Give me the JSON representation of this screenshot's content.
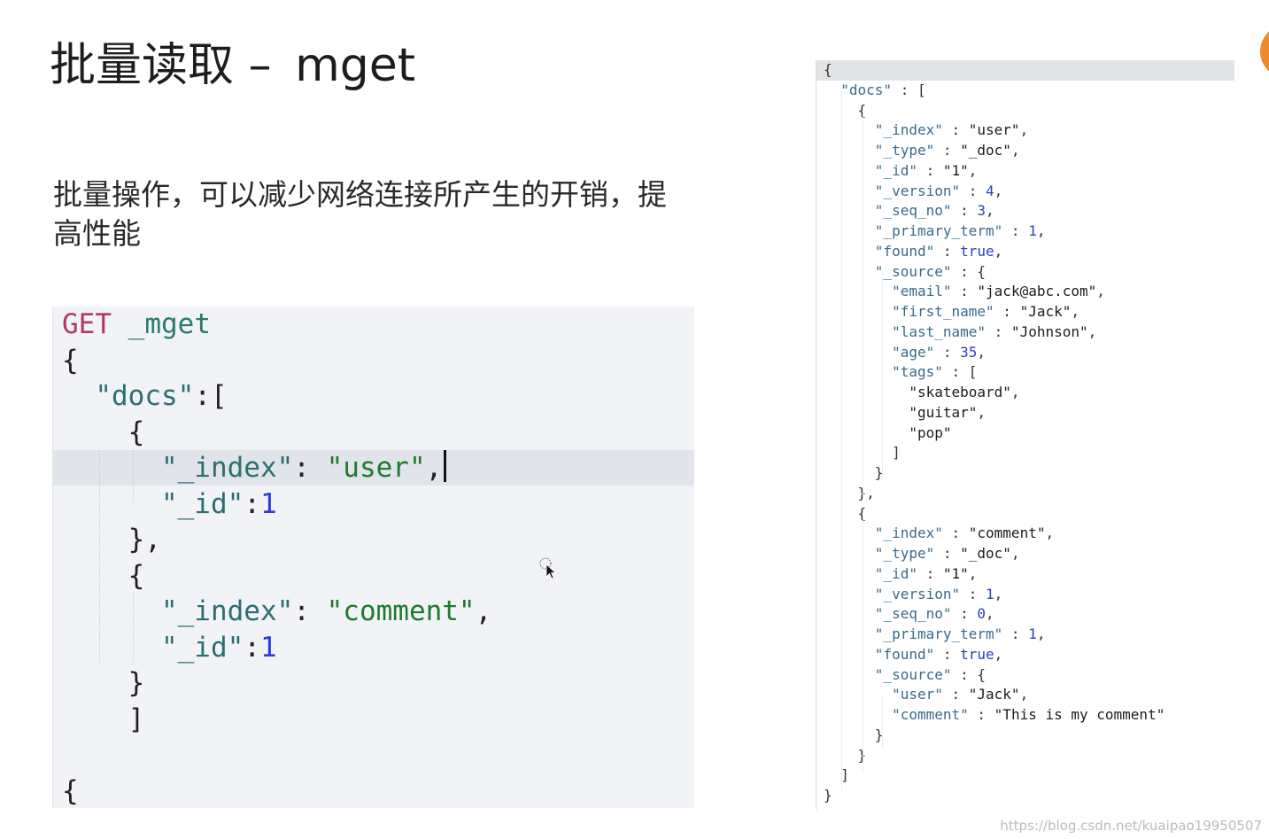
{
  "slide": {
    "title_cn": "批量读取",
    "title_dash": "–",
    "title_en": "mget",
    "description": "批量操作，可以减少网络连接所产生的开销，提高性能",
    "watermark": "https://blog.csdn.net/kuaipao19950507"
  },
  "request": {
    "method": "GET",
    "path": "_mget",
    "lines": [
      {
        "t": [
          [
            "{",
            "punc"
          ]
        ]
      },
      {
        "t": [
          [
            "  ",
            "punc"
          ],
          [
            "\"docs\"",
            "key"
          ],
          [
            ":[",
            "punc"
          ]
        ]
      },
      {
        "t": [
          [
            "    {",
            "punc"
          ]
        ]
      },
      {
        "t": [
          [
            "      ",
            "punc"
          ],
          [
            "\"_index\"",
            "key"
          ],
          [
            ": ",
            "punc"
          ],
          [
            "\"user\"",
            "str"
          ],
          [
            ",",
            "punc"
          ]
        ],
        "active": true,
        "cursor": true
      },
      {
        "t": [
          [
            "      ",
            "punc"
          ],
          [
            "\"_id\"",
            "key"
          ],
          [
            ":",
            "punc"
          ],
          [
            "1",
            "num"
          ]
        ]
      },
      {
        "t": [
          [
            "    },",
            "punc"
          ]
        ]
      },
      {
        "t": [
          [
            "    {",
            "punc"
          ]
        ]
      },
      {
        "t": [
          [
            "      ",
            "punc"
          ],
          [
            "\"_index\"",
            "key"
          ],
          [
            ": ",
            "punc"
          ],
          [
            "\"comment\"",
            "str"
          ],
          [
            ",",
            "punc"
          ]
        ]
      },
      {
        "t": [
          [
            "      ",
            "punc"
          ],
          [
            "\"_id\"",
            "key"
          ],
          [
            ":",
            "punc"
          ],
          [
            "1",
            "num"
          ]
        ]
      },
      {
        "t": [
          [
            "    }",
            "punc"
          ]
        ]
      },
      {
        "t": [
          [
            "    ]",
            "punc"
          ]
        ]
      },
      {
        "t": []
      },
      {
        "t": [
          [
            "{",
            "punc"
          ]
        ],
        "closing": true
      }
    ]
  },
  "response": {
    "lines": [
      {
        "t": [
          [
            "{",
            "punc"
          ]
        ],
        "first": true
      },
      {
        "t": [
          [
            "  ",
            "punc"
          ],
          [
            "\"docs\"",
            "key"
          ],
          [
            " : [",
            "punc"
          ]
        ]
      },
      {
        "t": [
          [
            "    {",
            "punc"
          ]
        ]
      },
      {
        "t": [
          [
            "      ",
            "punc"
          ],
          [
            "\"_index\"",
            "key"
          ],
          [
            " : ",
            "punc"
          ],
          [
            "\"user\"",
            "str"
          ],
          [
            ",",
            "punc"
          ]
        ]
      },
      {
        "t": [
          [
            "      ",
            "punc"
          ],
          [
            "\"_type\"",
            "key"
          ],
          [
            " : ",
            "punc"
          ],
          [
            "\"_doc\"",
            "str"
          ],
          [
            ",",
            "punc"
          ]
        ]
      },
      {
        "t": [
          [
            "      ",
            "punc"
          ],
          [
            "\"_id\"",
            "key"
          ],
          [
            " : ",
            "punc"
          ],
          [
            "\"1\"",
            "str"
          ],
          [
            ",",
            "punc"
          ]
        ]
      },
      {
        "t": [
          [
            "      ",
            "punc"
          ],
          [
            "\"_version\"",
            "key"
          ],
          [
            " : ",
            "punc"
          ],
          [
            "4",
            "num"
          ],
          [
            ",",
            "punc"
          ]
        ]
      },
      {
        "t": [
          [
            "      ",
            "punc"
          ],
          [
            "\"_seq_no\"",
            "key"
          ],
          [
            " : ",
            "punc"
          ],
          [
            "3",
            "num"
          ],
          [
            ",",
            "punc"
          ]
        ]
      },
      {
        "t": [
          [
            "      ",
            "punc"
          ],
          [
            "\"_primary_term\"",
            "key"
          ],
          [
            " : ",
            "punc"
          ],
          [
            "1",
            "num"
          ],
          [
            ",",
            "punc"
          ]
        ]
      },
      {
        "t": [
          [
            "      ",
            "punc"
          ],
          [
            "\"found\"",
            "key"
          ],
          [
            " : ",
            "punc"
          ],
          [
            "true",
            "bool"
          ],
          [
            ",",
            "punc"
          ]
        ]
      },
      {
        "t": [
          [
            "      ",
            "punc"
          ],
          [
            "\"_source\"",
            "key"
          ],
          [
            " : {",
            "punc"
          ]
        ]
      },
      {
        "t": [
          [
            "        ",
            "punc"
          ],
          [
            "\"email\"",
            "key"
          ],
          [
            " : ",
            "punc"
          ],
          [
            "\"jack@abc.com\"",
            "str"
          ],
          [
            ",",
            "punc"
          ]
        ]
      },
      {
        "t": [
          [
            "        ",
            "punc"
          ],
          [
            "\"first_name\"",
            "key"
          ],
          [
            " : ",
            "punc"
          ],
          [
            "\"Jack\"",
            "str"
          ],
          [
            ",",
            "punc"
          ]
        ]
      },
      {
        "t": [
          [
            "        ",
            "punc"
          ],
          [
            "\"last_name\"",
            "key"
          ],
          [
            " : ",
            "punc"
          ],
          [
            "\"Johnson\"",
            "str"
          ],
          [
            ",",
            "punc"
          ]
        ]
      },
      {
        "t": [
          [
            "        ",
            "punc"
          ],
          [
            "\"age\"",
            "key"
          ],
          [
            " : ",
            "punc"
          ],
          [
            "35",
            "num"
          ],
          [
            ",",
            "punc"
          ]
        ]
      },
      {
        "t": [
          [
            "        ",
            "punc"
          ],
          [
            "\"tags\"",
            "key"
          ],
          [
            " : [",
            "punc"
          ]
        ]
      },
      {
        "t": [
          [
            "          ",
            "punc"
          ],
          [
            "\"skateboard\"",
            "str"
          ],
          [
            ",",
            "punc"
          ]
        ]
      },
      {
        "t": [
          [
            "          ",
            "punc"
          ],
          [
            "\"guitar\"",
            "str"
          ],
          [
            ",",
            "punc"
          ]
        ]
      },
      {
        "t": [
          [
            "          ",
            "punc"
          ],
          [
            "\"pop\"",
            "str"
          ]
        ]
      },
      {
        "t": [
          [
            "        ]",
            "punc"
          ]
        ]
      },
      {
        "t": [
          [
            "      }",
            "punc"
          ]
        ]
      },
      {
        "t": [
          [
            "    },",
            "punc"
          ]
        ]
      },
      {
        "t": [
          [
            "    {",
            "punc"
          ]
        ]
      },
      {
        "t": [
          [
            "      ",
            "punc"
          ],
          [
            "\"_index\"",
            "key"
          ],
          [
            " : ",
            "punc"
          ],
          [
            "\"comment\"",
            "str"
          ],
          [
            ",",
            "punc"
          ]
        ]
      },
      {
        "t": [
          [
            "      ",
            "punc"
          ],
          [
            "\"_type\"",
            "key"
          ],
          [
            " : ",
            "punc"
          ],
          [
            "\"_doc\"",
            "str"
          ],
          [
            ",",
            "punc"
          ]
        ]
      },
      {
        "t": [
          [
            "      ",
            "punc"
          ],
          [
            "\"_id\"",
            "key"
          ],
          [
            " : ",
            "punc"
          ],
          [
            "\"1\"",
            "str"
          ],
          [
            ",",
            "punc"
          ]
        ]
      },
      {
        "t": [
          [
            "      ",
            "punc"
          ],
          [
            "\"_version\"",
            "key"
          ],
          [
            " : ",
            "punc"
          ],
          [
            "1",
            "num"
          ],
          [
            ",",
            "punc"
          ]
        ]
      },
      {
        "t": [
          [
            "      ",
            "punc"
          ],
          [
            "\"_seq_no\"",
            "key"
          ],
          [
            " : ",
            "punc"
          ],
          [
            "0",
            "num"
          ],
          [
            ",",
            "punc"
          ]
        ]
      },
      {
        "t": [
          [
            "      ",
            "punc"
          ],
          [
            "\"_primary_term\"",
            "key"
          ],
          [
            " : ",
            "punc"
          ],
          [
            "1",
            "num"
          ],
          [
            ",",
            "punc"
          ]
        ]
      },
      {
        "t": [
          [
            "      ",
            "punc"
          ],
          [
            "\"found\"",
            "key"
          ],
          [
            " : ",
            "punc"
          ],
          [
            "true",
            "bool"
          ],
          [
            ",",
            "punc"
          ]
        ]
      },
      {
        "t": [
          [
            "      ",
            "punc"
          ],
          [
            "\"_source\"",
            "key"
          ],
          [
            " : {",
            "punc"
          ]
        ]
      },
      {
        "t": [
          [
            "        ",
            "punc"
          ],
          [
            "\"user\"",
            "key"
          ],
          [
            " : ",
            "punc"
          ],
          [
            "\"Jack\"",
            "str"
          ],
          [
            ",",
            "punc"
          ]
        ]
      },
      {
        "t": [
          [
            "        ",
            "punc"
          ],
          [
            "\"comment\"",
            "key"
          ],
          [
            " : ",
            "punc"
          ],
          [
            "\"This is my comment\"",
            "str"
          ]
        ]
      },
      {
        "t": [
          [
            "      }",
            "punc"
          ]
        ]
      },
      {
        "t": [
          [
            "    }",
            "punc"
          ]
        ]
      },
      {
        "t": [
          [
            "  ]",
            "punc"
          ]
        ]
      },
      {
        "t": [
          [
            "}",
            "punc"
          ]
        ]
      }
    ]
  }
}
